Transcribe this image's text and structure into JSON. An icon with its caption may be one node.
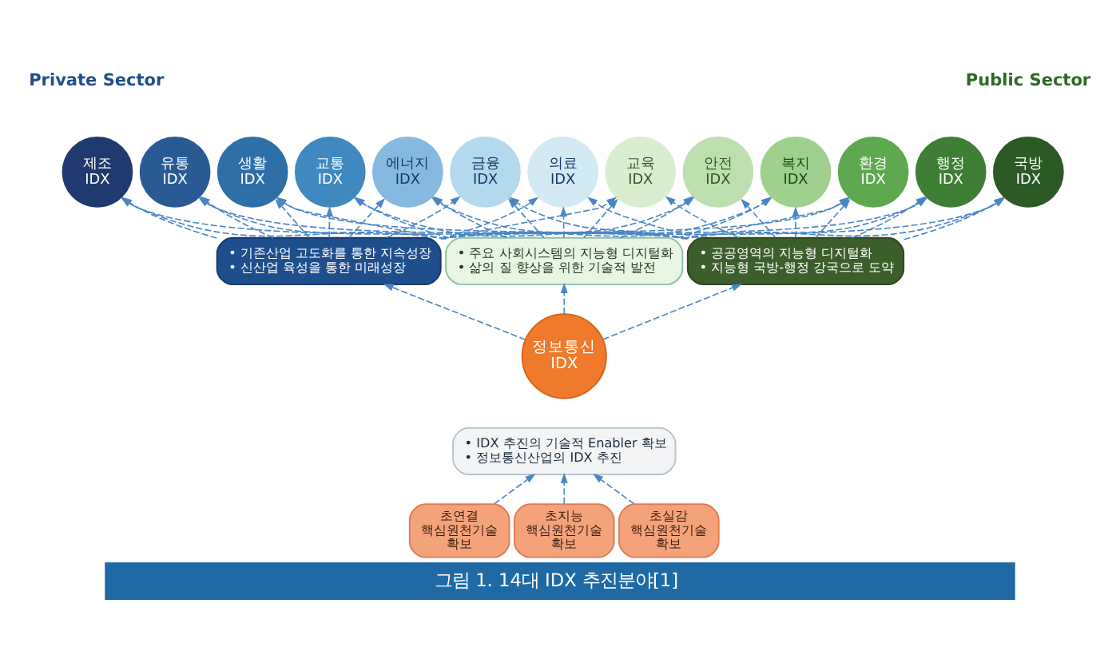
{
  "diagram": {
    "caption": "그림 1. 14대 IDX 추진분야[1]",
    "nodes": [
      {
        "text": [
          "제조",
          "IDX"
        ]
      },
      {
        "text": [
          "유통",
          "IDX"
        ]
      },
      {
        "text": [
          "생활",
          "IDX"
        ]
      },
      {
        "text": [
          "교통",
          "IDX"
        ]
      },
      {
        "text": [
          "에너지",
          "IDX"
        ]
      },
      {
        "text": [
          "금융",
          "IDX"
        ]
      },
      {
        "text": [
          "의료",
          "IDX"
        ]
      },
      {
        "text": [
          "교육",
          "IDX"
        ]
      },
      {
        "text": [
          "안전",
          "IDX"
        ]
      },
      {
        "text": [
          "복지",
          "IDX"
        ]
      },
      {
        "text": [
          "환경",
          "IDX"
        ]
      },
      {
        "text": [
          "행정",
          "IDX"
        ]
      },
      {
        "text": [
          "국방",
          "IDX"
        ]
      },
      {
        "text": [
          "• 기존산업 고도화를 통한 지속성장",
          "• 신산업 육성을 통한 미래성장"
        ]
      },
      {
        "text": [
          "• 주요 사회시스템의 지능형 디지털화",
          "• 삶의 질 향상을 위한 기술적 발전"
        ]
      },
      {
        "text": [
          "• 공공영역의 지능형 디지털화",
          "• 지능형 국방-행정 강국으로 도약"
        ]
      },
      {
        "text": [
          "정보통신",
          "IDX"
        ]
      },
      {
        "text": [
          "• IDX 추진의 기술적 Enabler 확보",
          "• 정보통신산업의 IDX 추진"
        ]
      },
      {
        "text": [
          "초연결 핵심원천기술 확보"
        ]
      },
      {
        "text": [
          "초지능 핵심원천기술 확보"
        ]
      },
      {
        "text": [
          "초실감 핵심원천기술 확보"
        ]
      }
    ],
    "edges": [
      {
        "from": 13,
        "to": 0,
        "arrow": "to",
        "style": "dashed"
      },
      {
        "from": 13,
        "to": 1,
        "arrow": "to",
        "style": "dashed"
      },
      {
        "from": 13,
        "to": 2,
        "arrow": "to",
        "style": "dashed"
      },
      {
        "from": 13,
        "to": 3,
        "arrow": "to",
        "style": "dashed"
      },
      {
        "from": 13,
        "to": 4,
        "arrow": "to",
        "style": "dashed"
      },
      {
        "from": 13,
        "to": 5,
        "arrow": "to",
        "style": "dashed"
      },
      {
        "from": 13,
        "to": 6,
        "arrow": "to",
        "style": "dashed"
      },
      {
        "from": 13,
        "to": 7,
        "arrow": "to",
        "style": "dashed"
      },
      {
        "from": 13,
        "to": 8,
        "arrow": "to",
        "style": "dashed"
      },
      {
        "from": 13,
        "to": 9,
        "arrow": "to",
        "style": "dashed"
      },
      {
        "from": 13,
        "to": 10,
        "arrow": "to",
        "style": "dashed"
      },
      {
        "from": 13,
        "to": 11,
        "arrow": "to",
        "style": "dashed"
      },
      {
        "from": 13,
        "to": 12,
        "arrow": "to",
        "style": "dashed"
      },
      {
        "from": 14,
        "to": 0,
        "arrow": "to",
        "style": "dashed"
      },
      {
        "from": 14,
        "to": 1,
        "arrow": "to",
        "style": "dashed"
      },
      {
        "from": 14,
        "to": 2,
        "arrow": "to",
        "style": "dashed"
      },
      {
        "from": 14,
        "to": 3,
        "arrow": "to",
        "style": "dashed"
      },
      {
        "from": 14,
        "to": 4,
        "arrow": "to",
        "style": "dashed"
      },
      {
        "from": 14,
        "to": 5,
        "arrow": "to",
        "style": "dashed"
      },
      {
        "from": 14,
        "to": 6,
        "arrow": "to",
        "style": "dashed"
      },
      {
        "from": 14,
        "to": 7,
        "arrow": "to",
        "style": "dashed"
      },
      {
        "from": 14,
        "to": 8,
        "arrow": "to",
        "style": "dashed"
      },
      {
        "from": 14,
        "to": 9,
        "arrow": "to",
        "style": "dashed"
      },
      {
        "from": 14,
        "to": 10,
        "arrow": "to",
        "style": "dashed"
      },
      {
        "from": 14,
        "to": 11,
        "arrow": "to",
        "style": "dashed"
      },
      {
        "from": 14,
        "to": 12,
        "arrow": "to",
        "style": "dashed"
      },
      {
        "from": 15,
        "to": 0,
        "arrow": "to",
        "style": "dashed"
      },
      {
        "from": 15,
        "to": 1,
        "arrow": "to",
        "style": "dashed"
      },
      {
        "from": 15,
        "to": 2,
        "arrow": "to",
        "style": "dashed"
      },
      {
        "from": 15,
        "to": 3,
        "arrow": "to",
        "style": "dashed"
      },
      {
        "from": 15,
        "to": 4,
        "arrow": "to",
        "style": "dashed"
      },
      {
        "from": 15,
        "to": 5,
        "arrow": "to",
        "style": "dashed"
      },
      {
        "from": 15,
        "to": 6,
        "arrow": "to",
        "style": "dashed"
      },
      {
        "from": 15,
        "to": 7,
        "arrow": "to",
        "style": "dashed"
      },
      {
        "from": 15,
        "to": 8,
        "arrow": "to",
        "style": "dashed"
      },
      {
        "from": 15,
        "to": 9,
        "arrow": "to",
        "style": "dashed"
      },
      {
        "from": 15,
        "to": 10,
        "arrow": "to",
        "style": "dashed"
      },
      {
        "from": 15,
        "to": 11,
        "arrow": "to",
        "style": "dashed"
      },
      {
        "from": 15,
        "to": 12,
        "arrow": "to",
        "style": "dashed"
      },
      {
        "from": 16,
        "to": 13,
        "arrow": "to",
        "style": "dashed"
      },
      {
        "from": 16,
        "to": 14,
        "arrow": "to",
        "style": "dashed"
      },
      {
        "from": 16,
        "to": 15,
        "arrow": "to",
        "style": "dashed"
      },
      {
        "from": 18,
        "to": 17,
        "arrow": "to",
        "style": "dashed"
      },
      {
        "from": 19,
        "to": 17,
        "arrow": "to",
        "style": "dashed"
      },
      {
        "from": 20,
        "to": 17,
        "arrow": "to",
        "style": "dashed"
      }
    ],
    "labels": [
      "Private Sector",
      "Public Sector"
    ]
  }
}
